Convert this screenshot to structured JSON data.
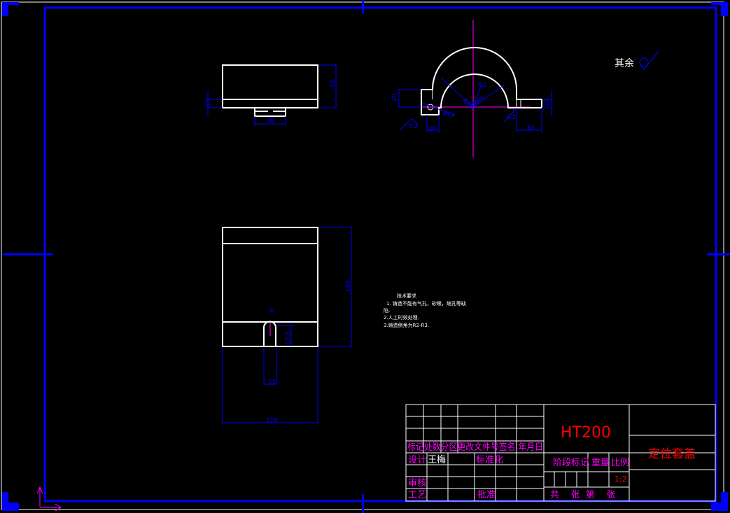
{
  "drawing": {
    "roughness_note": {
      "label": "其余",
      "symbol": "check-roughness-icon"
    },
    "top_view_dims": [
      "50",
      "10",
      "36"
    ],
    "front_view_dims": [
      "20",
      "20",
      "R50",
      "R65",
      "R2",
      "10",
      "30",
      "3.2",
      "3.2",
      "3.2",
      "φ17"
    ],
    "side_view_dims": [
      "140",
      "110",
      "15",
      "17.5",
      "R"
    ],
    "tech_requirements": {
      "title": "技术要求",
      "items": [
        "1. 铸造不能有气孔，砂眼，缩孔等缺",
        "陷.",
        "2.人工时效处理.",
        "3.铸造倒角为R2-R3."
      ]
    }
  },
  "title_block": {
    "material": "HT200",
    "part_name": "定位套盖",
    "header_row": "标记处数分区更改文件号签名 年月日",
    "design_label": "设计",
    "designer": "王梅",
    "standardization": "标准化",
    "review": "审核",
    "process": "工艺",
    "approve": "批准",
    "stage_mark": "阶段标记",
    "weight": "重量",
    "scale_label": "比例",
    "scale": "1:2",
    "sheets": "共    张  第    张"
  },
  "colors": {
    "frame": "#0000ff",
    "geometry": "#ffffff",
    "labels": "#ff00ff",
    "title": "#ff0000"
  }
}
